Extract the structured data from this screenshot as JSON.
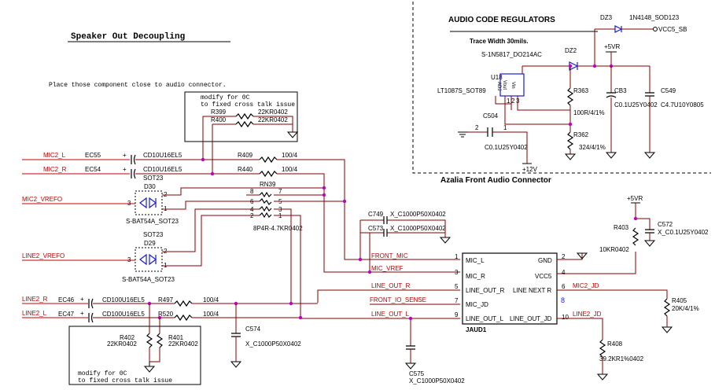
{
  "titles": {
    "speaker": "Speaker Out Decoupling",
    "place_note": "Place those component close to audio connector.",
    "regulators": "AUDIO CODE REGULATORS",
    "trace": "Trace Width 30mils.",
    "front_conn": "Azalia Front Audio Connector"
  },
  "notes": {
    "top_line1": "modify for 0C",
    "top_line2": "to fixed cross talk issue",
    "bot_line1": "modify for 0C",
    "bot_line2": "to fixed cross talk issue"
  },
  "nets": {
    "mic2_l": "MIC2_L",
    "mic2_r": "MIC2_R",
    "mic2_vrefo": "MIC2_VREFO",
    "line2_vrefo": "LINE2_VREFO",
    "line2_r": "LINE2_R",
    "line2_l": "LINE2_L",
    "front_mic": "FRONT_MIC",
    "mic_vref": "MIC_VREF",
    "line_out_r": "LINE_OUT_R",
    "front_io_sense": "FRONT_IO_SENSE",
    "line_out_l": "LINE_OUT_L",
    "mic2_jd": "MIC2_JD",
    "line2_jd": "LINE2_JD",
    "vcc5_sb": "VCC5_SB",
    "p5vr_a": "+5VR",
    "p5vr_b": "+5VR",
    "p12v": "+12V"
  },
  "parts": {
    "ec55": "EC55",
    "ec55_val": "CD10U16EL5",
    "ec54": "EC54",
    "ec54_val": "CD10U16EL5",
    "ec46": "EC46",
    "ec46_val": "CD100U16EL5",
    "ec47": "EC47",
    "ec47_val": "CD100U16EL5",
    "r399": "R399",
    "r399_val": "22KR0402",
    "r400": "R400",
    "r400_val": "22KR0402",
    "r409": "R409",
    "r409_val": "100/4",
    "r440": "R440",
    "r440_val": "100/4",
    "r497": "R497",
    "r497_val": "100/4",
    "r520": "R520",
    "r520_val": "100/4",
    "r402": "R402",
    "r402_val": "22KR0402",
    "r401": "R401",
    "r401_val": "22KR0402",
    "rn39": "RN39",
    "rn39_val": "8P4R-4.7KR0402",
    "d30": "D30",
    "d30_pkg": "SOT23",
    "d30_val": "S-BAT54A_SOT23",
    "d29": "D29",
    "d29_pkg": "SOT23",
    "d29_val": "S-BAT54A_SOT23",
    "c749": "C749",
    "c749_val": "X_C1000P50X0402",
    "c573": "C573",
    "c573_val": "X_C1000P50X0402",
    "c574": "C574",
    "c574_val": "X_C1000P50X0402",
    "c575": "C575",
    "c575_val": "X_C1000P50X0402",
    "r403": "R403",
    "r403_val": "10KR0402",
    "c572": "C572",
    "c572_val": "X_C0.1U25Y0402",
    "r405": "R405",
    "r405_val": "20K/4/1%",
    "r408": "R408",
    "r408_val": "39.2KR1%0402",
    "jaud1": "JAUD1",
    "dz3": "DZ3",
    "dz3_val": "1N4148_SOD123",
    "dz2": "DZ2",
    "dz2_val": "S-1N5817_DO214AC",
    "u18": "U18",
    "u18_val": "LT1087S_SOT89",
    "u18_p1": "ADJ",
    "u18_p2": "Vout",
    "u18_p3": "Vin",
    "r363": "R363",
    "r363_val": "100R/4/1%",
    "r362": "R362",
    "r362_val": "324/4/1%",
    "cb3": "CB3",
    "cb3_val": "C0.1U25Y0402",
    "c549": "C549",
    "c549_val": "C4.7U10Y0805",
    "c504": "C504",
    "c504_val": "C0.1U25Y0402"
  },
  "connector_pins": {
    "left": [
      {
        "num": "1",
        "name": "MIC_L"
      },
      {
        "num": "3",
        "name": "MIC_R"
      },
      {
        "num": "5",
        "name": "LINE_OUT_R"
      },
      {
        "num": "7",
        "name": "MIC_JD"
      },
      {
        "num": "9",
        "name": "LINE_OUT_L"
      }
    ],
    "right": [
      {
        "num": "2",
        "name": "GND"
      },
      {
        "num": "4",
        "name": "VCC5"
      },
      {
        "num": "6",
        "name": "LINE NEXT R"
      },
      {
        "num": "8",
        "name": ""
      },
      {
        "num": "10",
        "name": "LINE_OUT_JD"
      }
    ],
    "key": "8"
  },
  "pin_numbers": {
    "rn_left": [
      "8",
      "6",
      "4",
      "2"
    ],
    "rn_right": [
      "7",
      "5",
      "3",
      "1"
    ],
    "diode_pins": [
      "3",
      "2",
      "1"
    ],
    "c504_pins": [
      "2",
      "1"
    ],
    "u18_pins": [
      "1",
      "2",
      "3"
    ]
  },
  "colors": {
    "wire": "#800000",
    "net_label": "#c00000",
    "ic_blue": "#1b1bd6",
    "junction": "#c000c0"
  }
}
